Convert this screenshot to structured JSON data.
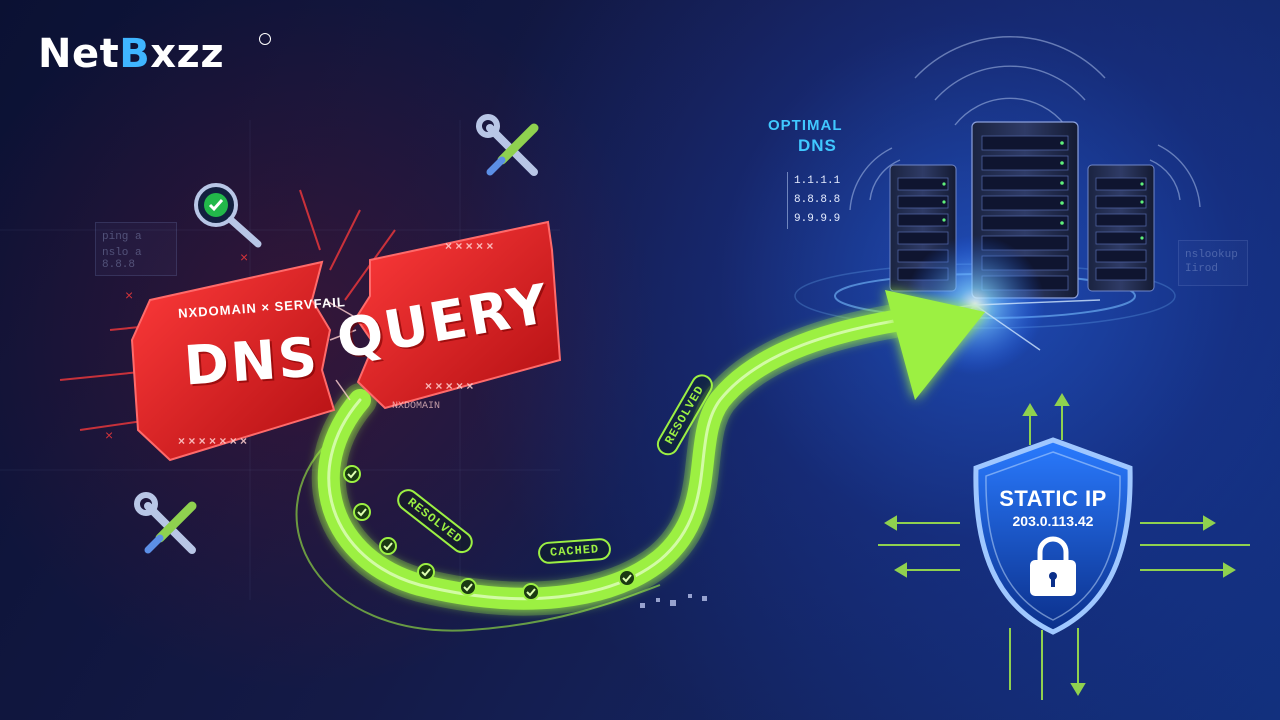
{
  "brand": {
    "name_part1": "Net",
    "name_part2": "B",
    "name_part3": "xzz",
    "accent": "#3fb5ff"
  },
  "error_sign": {
    "errors_label": "NXDOMAIN × SERVFAIL",
    "word_left": "DNS",
    "word_right": "QUERY",
    "color": "#e01e1e"
  },
  "path_tags": {
    "resolved_1": "RESOLVED",
    "resolved_2": "RESOLVED",
    "cached": "CACHED"
  },
  "optimal_dns": {
    "line1": "OPTIMAL",
    "line2": "DNS",
    "servers": [
      "1.1.1.1",
      "8.8.8.8",
      "9.9.9.9"
    ]
  },
  "shield": {
    "title": "STATIC IP",
    "ip": "203.0.113.42"
  },
  "ghost_terminal_left": {
    "line1": "ping a",
    "line2": "nslo a 8.8.8"
  },
  "ghost_terminal_right": {
    "line1": "nslookup",
    "line2": "Iirod"
  },
  "icons": [
    "magnifier-check-icon",
    "wrench-screwdriver-icon",
    "padlock-icon",
    "server-rack-icon",
    "checkmark-icon"
  ],
  "colors": {
    "green": "#9cf043",
    "red": "#e01e1e",
    "blue_glow": "#3a8bff",
    "dns_label": "#40c8ff"
  }
}
